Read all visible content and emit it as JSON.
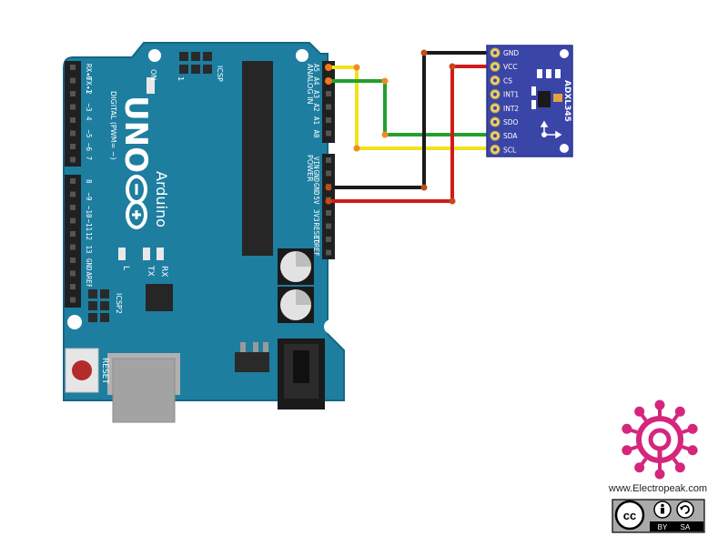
{
  "board": {
    "digital_label": "DIGITAL (PWM= ~)",
    "digital_pins_top": [
      "RX◂0",
      "TX◂1",
      "2",
      "~3",
      "4",
      "~5",
      "~6",
      "7"
    ],
    "digital_pins_bottom": [
      "8",
      "~9",
      "~10",
      "~11",
      "12",
      "13",
      "GND",
      "AREF"
    ],
    "analog_label": "ANALOG IN",
    "analog_pins": [
      "A5",
      "A4",
      "A3",
      "A2",
      "A1",
      "A0"
    ],
    "power_label": "POWER",
    "power_pins": [
      "VIN",
      "GND",
      "GND",
      "5V",
      "3V3",
      "RESET",
      "IOREF"
    ],
    "icsp_top": "ICSP",
    "icsp_top_one": "1",
    "icsp2_label": "ICSP2",
    "on_label": "ON",
    "l_label": "L",
    "tx_label": "TX",
    "rx_label": "RX",
    "uno_label": "UNO",
    "brand_label": "Arduino",
    "reset_label": "RESET",
    "color": "#1b7a99"
  },
  "module": {
    "name": "ADXL345",
    "pins": [
      "GND",
      "VCC",
      "CS",
      "INT1",
      "INT2",
      "SDO",
      "SDA",
      "SCL"
    ],
    "color": "#3a45a8"
  },
  "wires": [
    {
      "from": "GND",
      "to": "GND",
      "color": "#1a1a1a"
    },
    {
      "from": "5V",
      "to": "VCC",
      "color": "#d21a1a"
    },
    {
      "from": "A4",
      "to": "SDA",
      "color": "#22a12a"
    },
    {
      "from": "A5",
      "to": "SCL",
      "color": "#f0e21c"
    }
  ],
  "branding": {
    "website": "www.Electropeak.com",
    "license_by": "BY",
    "license_sa": "SA",
    "logo_color": "#d4267c"
  }
}
